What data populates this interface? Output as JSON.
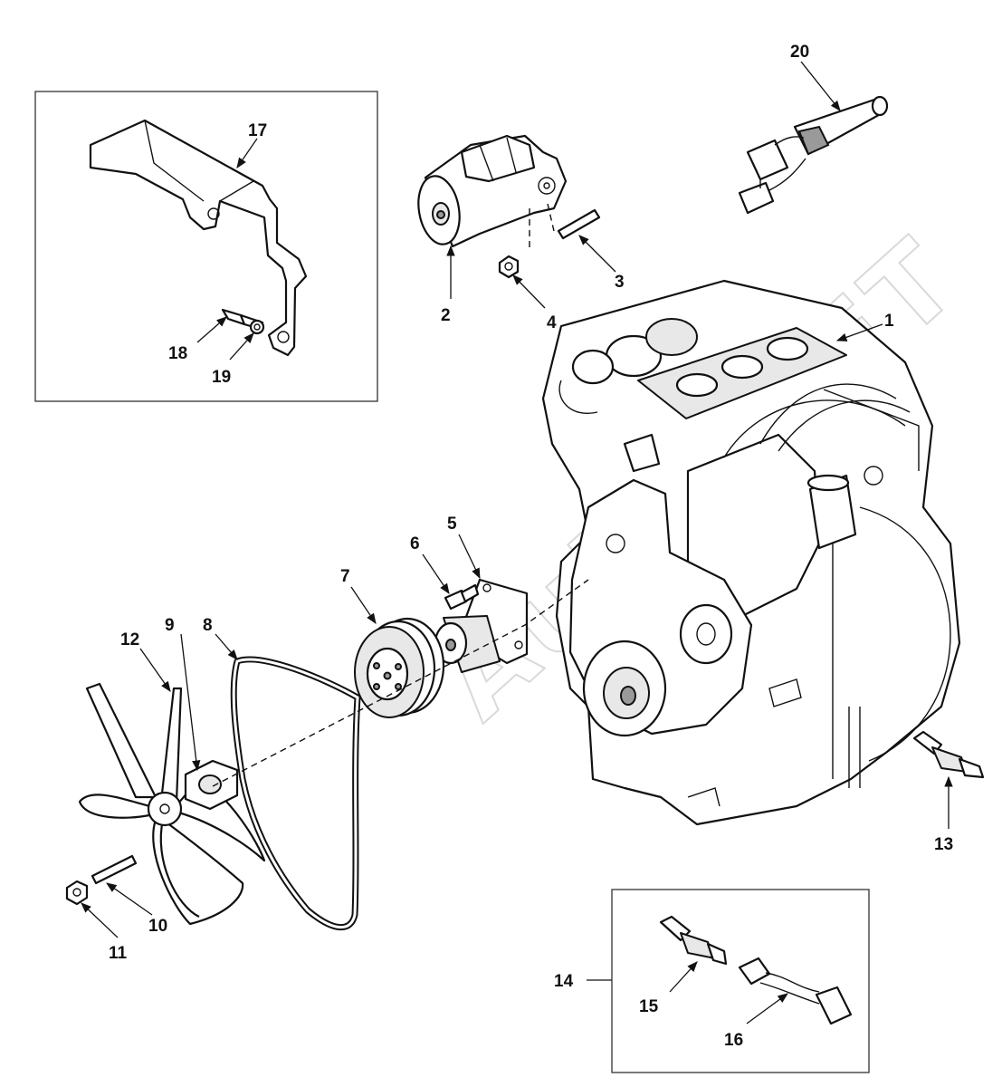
{
  "watermark": "AutoSOFT",
  "callouts": {
    "c1": "1",
    "c2": "2",
    "c3": "3",
    "c4": "4",
    "c5": "5",
    "c6": "6",
    "c7": "7",
    "c8": "8",
    "c9": "9",
    "c10": "10",
    "c11": "11",
    "c12": "12",
    "c13": "13",
    "c14": "14",
    "c15": "15",
    "c16": "16",
    "c17": "17",
    "c18": "18",
    "c19": "19",
    "c20": "20"
  },
  "colors": {
    "line": "#111111",
    "shade": "#e8e8e8",
    "watermark": "#d9d9d9",
    "background": "#ffffff"
  }
}
